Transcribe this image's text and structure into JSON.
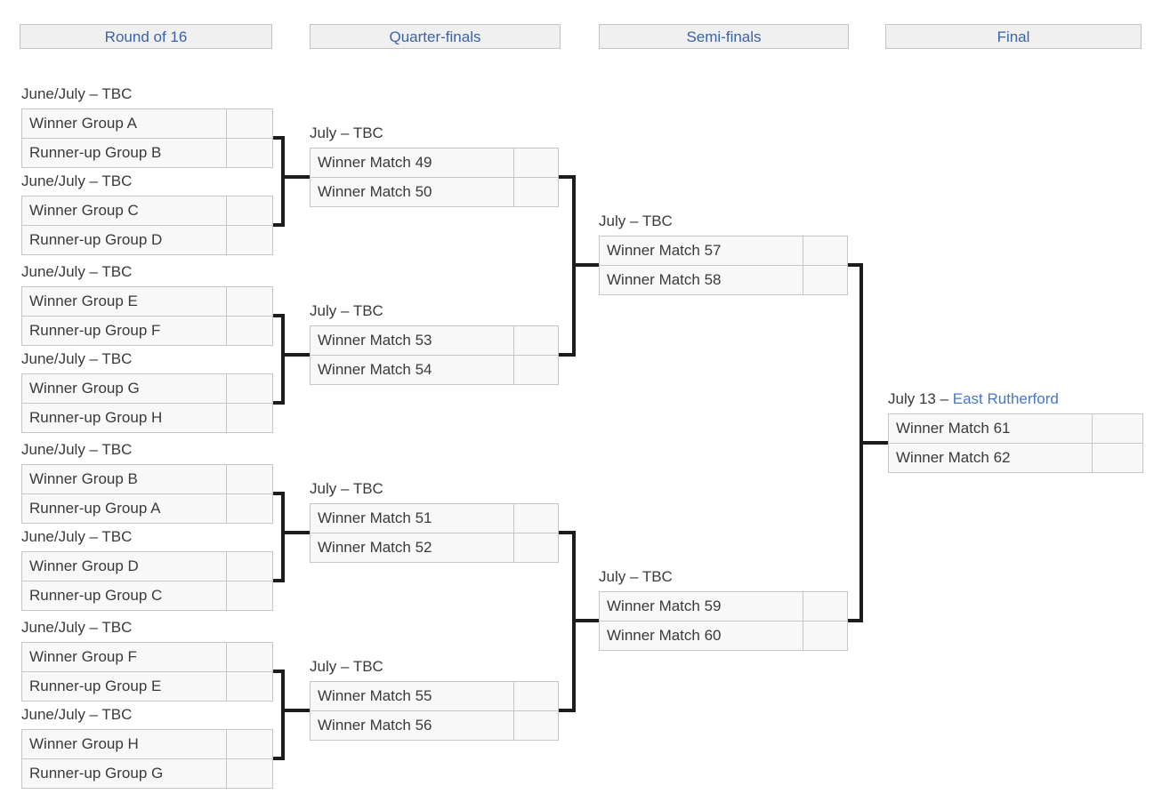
{
  "headers": [
    "Round of 16",
    "Quarter-finals",
    "Semi-finals",
    "Final"
  ],
  "round_of_16": {
    "matches": [
      {
        "date": "June/July – TBC",
        "slot1": "Winner Group A",
        "slot2": "Runner-up Group B"
      },
      {
        "date": "June/July – TBC",
        "slot1": "Winner Group C",
        "slot2": "Runner-up Group D"
      },
      {
        "date": "June/July – TBC",
        "slot1": "Winner Group E",
        "slot2": "Runner-up Group F"
      },
      {
        "date": "June/July – TBC",
        "slot1": "Winner Group G",
        "slot2": "Runner-up Group H"
      },
      {
        "date": "June/July – TBC",
        "slot1": "Winner Group B",
        "slot2": "Runner-up Group A"
      },
      {
        "date": "June/July – TBC",
        "slot1": "Winner Group D",
        "slot2": "Runner-up Group C"
      },
      {
        "date": "June/July – TBC",
        "slot1": "Winner Group F",
        "slot2": "Runner-up Group E"
      },
      {
        "date": "June/July – TBC",
        "slot1": "Winner Group H",
        "slot2": "Runner-up Group G"
      }
    ]
  },
  "quarter_finals": {
    "matches": [
      {
        "date": "July – TBC",
        "slot1": "Winner Match 49",
        "slot2": "Winner Match 50"
      },
      {
        "date": "July – TBC",
        "slot1": "Winner Match 53",
        "slot2": "Winner Match 54"
      },
      {
        "date": "July – TBC",
        "slot1": "Winner Match 51",
        "slot2": "Winner Match 52"
      },
      {
        "date": "July – TBC",
        "slot1": "Winner Match 55",
        "slot2": "Winner Match 56"
      }
    ]
  },
  "semi_finals": {
    "matches": [
      {
        "date": "July – TBC",
        "slot1": "Winner Match 57",
        "slot2": "Winner Match 58"
      },
      {
        "date": "July – TBC",
        "slot1": "Winner Match 59",
        "slot2": "Winner Match 60"
      }
    ]
  },
  "final": {
    "date_prefix": "July 13 – ",
    "venue": "East Rutherford",
    "slot1": "Winner Match 61",
    "slot2": "Winner Match 62"
  },
  "colors": {
    "header_text": "#3a63a8",
    "venue_link": "#4778c2",
    "row_text": "#3a3a3a",
    "row_background": "#f8f8f8",
    "row_border": "#c6c6c6",
    "connector": "#1c1c1c"
  }
}
